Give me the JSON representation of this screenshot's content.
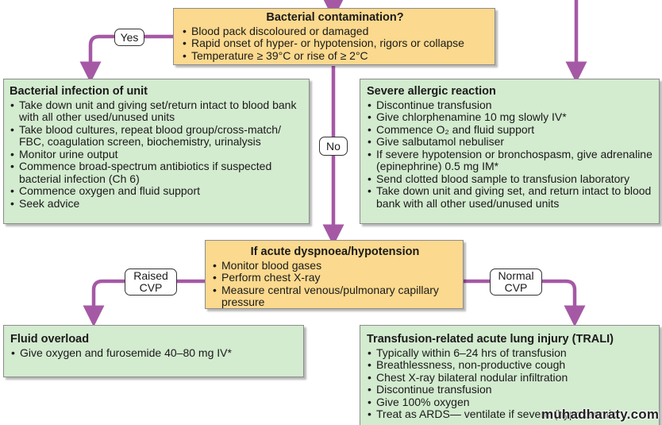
{
  "colors": {
    "connector": "#a559a5",
    "decision_fill": "#fbd98e",
    "outcome_fill": "#d3ebcf",
    "border": "#8c8c8c"
  },
  "bacterial_contamination": {
    "title": "Bacterial contamination?",
    "items": [
      "Blood pack discoloured or damaged",
      "Rapid onset of hyper- or hypotension, rigors or collapse",
      "Temperature ≥ 39°C or rise of ≥ 2°C"
    ]
  },
  "bacterial_infection": {
    "title": "Bacterial infection of unit",
    "items": [
      "Take down unit and giving set/return intact to blood bank with all other used/unused units",
      "Take blood cultures, repeat blood group/cross-match/ FBC, coagulation screen, biochemistry, urinalysis",
      "Monitor urine output",
      "Commence broad-spectrum antibiotics if suspected bacterial infection (Ch 6)",
      "Commence oxygen and fluid support",
      "Seek advice"
    ]
  },
  "severe_allergic": {
    "title": "Severe allergic reaction",
    "items": [
      "Discontinue transfusion",
      "Give chlorphenamine 10 mg slowly IV*",
      "Commence O₂ and fluid support",
      "Give salbutamol nebuliser",
      "If severe hypotension or bronchospasm, give adrenaline (epinephrine) 0.5 mg IM*",
      "Send clotted blood sample to transfusion laboratory",
      "Take down unit and giving set, and return intact to blood bank with all other used/unused units"
    ]
  },
  "acute_dyspnoea": {
    "title": "If acute dyspnoea/hypotension",
    "items": [
      "Monitor blood gases",
      "Perform chest X-ray",
      "Measure central venous/pulmonary capillary pressure"
    ]
  },
  "fluid_overload": {
    "title": "Fluid overload",
    "items": [
      "Give oxygen and furosemide 40–80 mg IV*"
    ]
  },
  "trali": {
    "title": "Transfusion-related acute lung injury (TRALI)",
    "items": [
      "Typically within 6–24 hrs of transfusion",
      "Breathlessness, non-productive cough",
      "Chest X-ray bilateral nodular infiltration",
      "Discontinue transfusion",
      "Give 100% oxygen",
      "Treat as ARDS— ventilate if severe (hypoxaemic"
    ]
  },
  "labels": {
    "yes": "Yes",
    "no": "No",
    "raised_cvp_line1": "Raised",
    "raised_cvp_line2": "CVP",
    "normal_cvp_line1": "Normal",
    "normal_cvp_line2": "CVP"
  },
  "watermark": "muhadharaty.com"
}
